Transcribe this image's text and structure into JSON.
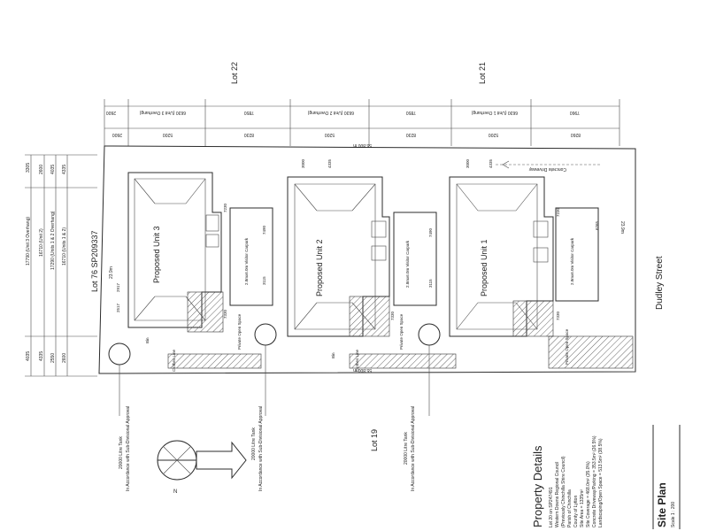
{
  "lots": {
    "top_left": "Lot 22",
    "top_right": "Lot 21",
    "bottom": "Lot 19",
    "left": "Lot 76 SP209337"
  },
  "street": "Dudley Street",
  "units": {
    "unit1": "Proposed Unit 1",
    "unit2": "Proposed Unit 2",
    "unit3": "Proposed Unit 3"
  },
  "carports": {
    "unit1": "2.8mx6.0m Visitor Carpark",
    "unit2": "2.8mx6.0m Visitor Carpark",
    "unit3": "2.8mx6.0m Visitor Carpark"
  },
  "open_space": {
    "unit1": "Private Open Space",
    "unit2": "Private Open Space",
    "unit3": "Private Open Space"
  },
  "tanks": {
    "unit1": "20000 Litre Tank",
    "unit2": "20000 Litre Tank",
    "unit3": "20000 Litre Tank",
    "note": "In Accordance with Sub-Divisional Approval"
  },
  "clothes_line": "Clothes Line",
  "bin": "Bin",
  "driveway": "Concrete Driveway",
  "boundaries": {
    "top": "55.800 m",
    "bottom": "55.800 m",
    "right": "23.9m",
    "left": "23.9m"
  },
  "top_dims": {
    "row1": [
      "2600",
      "6630 (Unit 3 Overhang)",
      "7850",
      "6630 (Unit 2 Overhang)",
      "7850",
      "6630 (Unit 1 Overhang)",
      "7960"
    ],
    "row2": [
      "2600",
      "5200",
      "8230",
      "5200",
      "8230",
      "5200",
      "8260"
    ]
  },
  "side_dims": {
    "a": "17790 (Unit 3 Overhang)",
    "b": "16710 (Unit 2)",
    "c": "17290 (Units 1 & 2 Overhang)",
    "d": "16710 (Units 1 & 2)",
    "e": [
      "4035",
      "4335",
      "2550",
      "2600",
      "3305",
      "4035",
      "4335",
      "2600"
    ]
  },
  "inner_dims": [
    "3000",
    "4335",
    "7230",
    "7490",
    "3115",
    "7330",
    "2917",
    "2517",
    "3000",
    "4335",
    "7230",
    "3115",
    "7490",
    "7330",
    "6265",
    "7330"
  ],
  "property": {
    "heading": "Property Details",
    "lines": [
      "Lot 20 on SP247491",
      "Western Downs Regional Council",
      "(Previously Chinchilla Shire Council)",
      "Parish of Chinchilla",
      "County of Lytton",
      "Site Area = 1335m²",
      "Site Coverage = 468.0m² (35.0%)",
      "Concrete Driveway/Parking = 353.5m² (26.5%)",
      "Landscaping/Open Space = 513.5m² (38.5%)"
    ]
  },
  "title": {
    "heading": "Site Plan",
    "scale": "Scale 1 : 200"
  },
  "north": "N"
}
